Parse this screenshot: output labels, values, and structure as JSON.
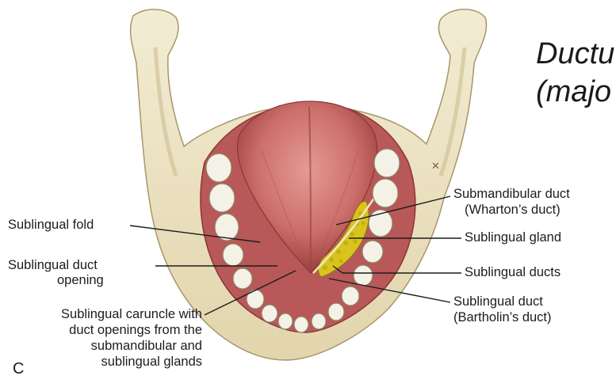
{
  "title": {
    "line1": "Ductu",
    "line2": "(majo"
  },
  "panel_letter": "C",
  "labels": {
    "sublingual_fold": "Sublingual fold",
    "sublingual_duct_opening_1": "Sublingual duct",
    "sublingual_duct_opening_2": "opening",
    "caruncle_1": "Sublingual caruncle with",
    "caruncle_2": "duct openings from the",
    "caruncle_3": "submandibular and",
    "caruncle_4": "sublingual glands",
    "submandibular_duct_1": "Submandibular duct",
    "submandibular_duct_2": "(Wharton’s duct)",
    "sublingual_gland": "Sublingual gland",
    "sublingual_ducts": "Sublingual ducts",
    "bartholin_1": "Sublingual duct",
    "bartholin_2": "(Bartholin’s duct)"
  },
  "colors": {
    "bone": "#efe6c8",
    "bone_shadow": "#c9b98c",
    "mucosa": "#c96a6a",
    "mucosa_dark": "#9b3f3f",
    "gland": "#d8c21c",
    "tooth": "#f4f1e6",
    "leader": "#1c1c1c"
  }
}
